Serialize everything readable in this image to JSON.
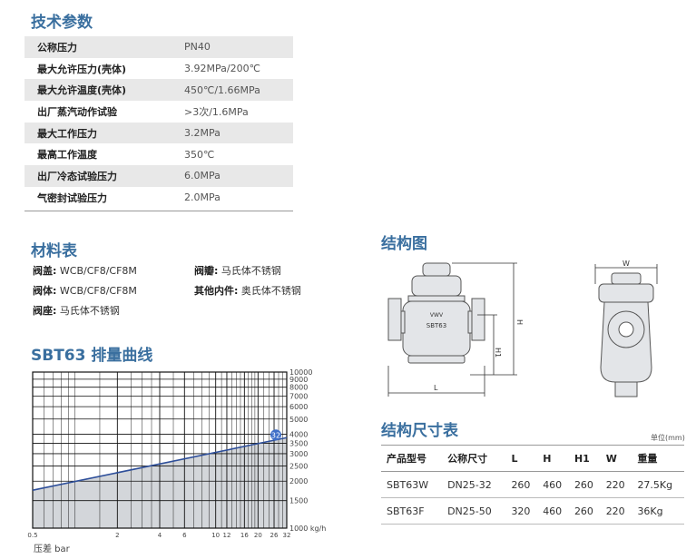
{
  "sections": {
    "spec_title": "技术参数",
    "material_title": "材料表",
    "curve_title": "SBT63 排量曲线",
    "structure_title": "结构图",
    "dims_title": "结构尺寸表",
    "dims_unit": "单位(mm)"
  },
  "spec": [
    {
      "key": "公称压力",
      "value": "PN40"
    },
    {
      "key": "最大允许压力(壳体)",
      "value": "3.92MPa/200℃"
    },
    {
      "key": "最大允许温度(壳体)",
      "value": "450℃/1.66MPa"
    },
    {
      "key": "出厂蒸汽动作试验",
      "value": ">3次/1.6MPa"
    },
    {
      "key": "最大工作压力",
      "value": "3.2MPa"
    },
    {
      "key": "最高工作温度",
      "value": "350℃"
    },
    {
      "key": "出厂冷态试验压力",
      "value": "6.0MPa"
    },
    {
      "key": "气密封试验压力",
      "value": "2.0MPa"
    }
  ],
  "materials": [
    {
      "key": "阀盖:",
      "value": " WCB/CF8/CF8M"
    },
    {
      "key": "阀瓣:",
      "value": " 马氏体不锈钢"
    },
    {
      "key": "阀体:",
      "value": " WCB/CF8/CF8M"
    },
    {
      "key": "其他内件:",
      "value": " 奥氏体不锈钢"
    },
    {
      "key": "阀座:",
      "value": " 马氏体不锈钢"
    }
  ],
  "drawing": {
    "labels": {
      "L": "L",
      "H": "H",
      "H1": "H1",
      "W": "W"
    },
    "body_text": "SBT63",
    "logo_text": "VWV"
  },
  "dims": {
    "headers": [
      "产品型号",
      "公称尺寸",
      "L",
      "H",
      "H1",
      "W",
      "重量"
    ],
    "rows": [
      [
        "SBT63W",
        "DN25-32",
        "260",
        "460",
        "260",
        "220",
        "27.5Kg"
      ],
      [
        "SBT63F",
        "DN25-50",
        "320",
        "460",
        "260",
        "220",
        "36Kg"
      ]
    ]
  },
  "chart_data": {
    "type": "line",
    "title": "SBT63 排量曲线",
    "xlabel": "压差 bar",
    "ylabel": "",
    "x_scale": "log",
    "y_scale": "log",
    "xlim": [
      0.5,
      32
    ],
    "ylim": [
      1000,
      10000
    ],
    "x_ticks": [
      0.5,
      2,
      4,
      6,
      10,
      12,
      16,
      20,
      26,
      32
    ],
    "x_tick_labels": [
      "0.5",
      "2",
      "4",
      "6",
      "10",
      "12",
      "16",
      "20",
      "26",
      "32"
    ],
    "y_ticks": [
      1000,
      1500,
      2000,
      2500,
      3000,
      3500,
      4000,
      5000,
      6000,
      7000,
      8000,
      9000,
      10000
    ],
    "y_tick_labels": [
      "1000 kg/h",
      "1500",
      "2000",
      "2500",
      "3000",
      "3500",
      "4000",
      "5000",
      "6000",
      "7000",
      "8000",
      "9000",
      "10000"
    ],
    "series": [
      {
        "points": [
          [
            0.5,
            1750
          ],
          [
            32,
            3800
          ]
        ]
      }
    ],
    "end_marker": "32",
    "grid": true,
    "colors": {
      "line": "#2e4f9a",
      "fill": "#d3d6da",
      "marker": "#3f6fc8"
    }
  }
}
